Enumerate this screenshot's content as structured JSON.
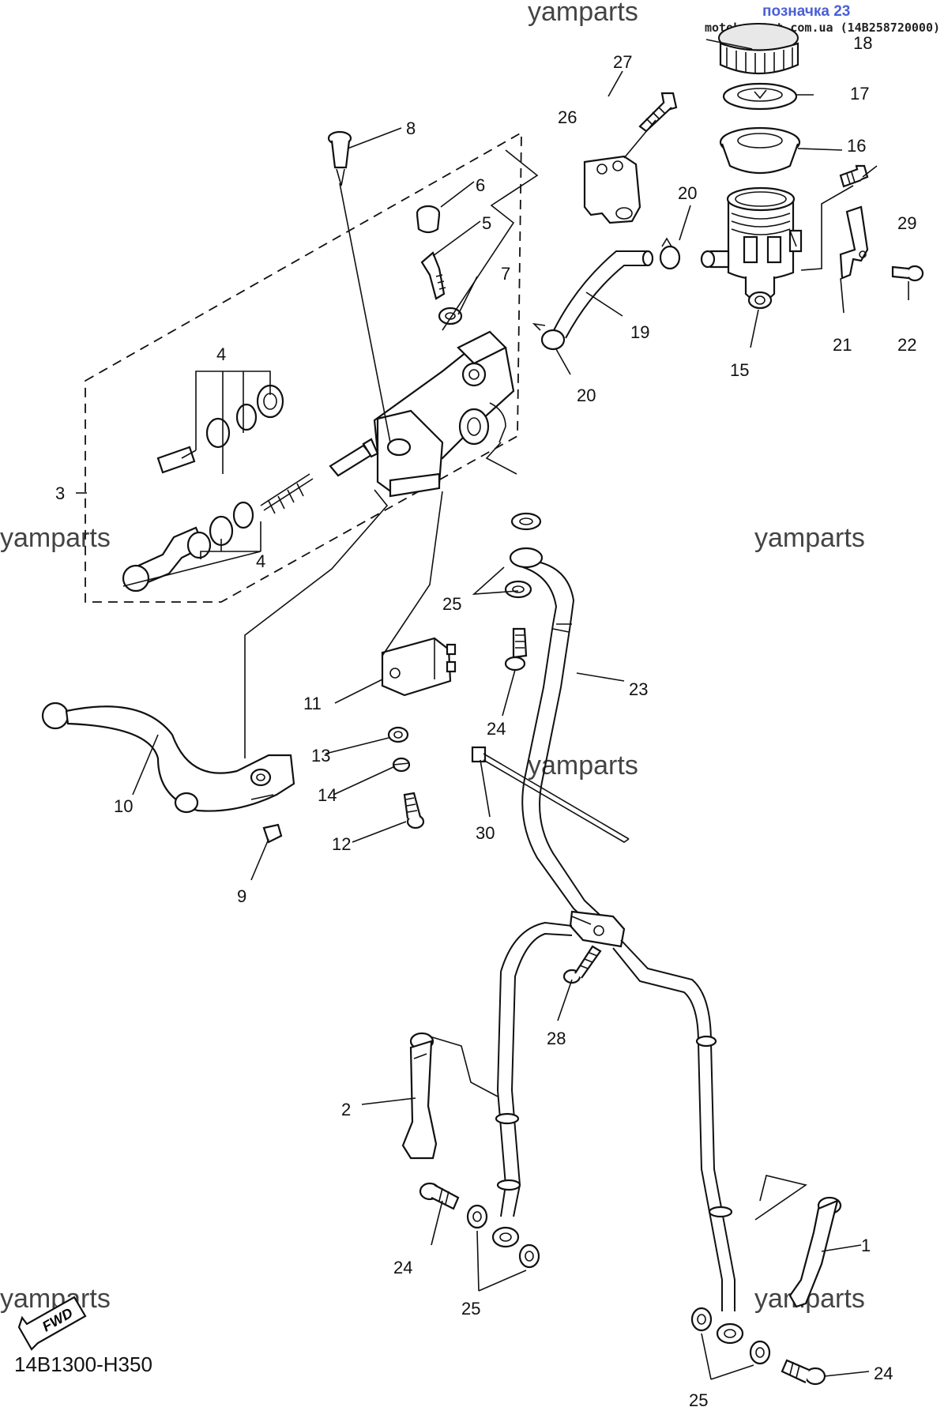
{
  "header": {
    "badge": "позначка 23",
    "site": "motokvartat.com.ua (14B258720000)"
  },
  "watermark": "yamparts",
  "diagram_code": "14B1300-H350",
  "fwd_label": "FWD",
  "callouts": [
    "1",
    "2",
    "3",
    "4",
    "4",
    "5",
    "6",
    "7",
    "8",
    "9",
    "10",
    "11",
    "12",
    "13",
    "14",
    "15",
    "16",
    "17",
    "18",
    "19",
    "20",
    "20",
    "21",
    "22",
    "23",
    "24",
    "24",
    "24",
    "25",
    "25",
    "25",
    "26",
    "27",
    "28",
    "29",
    "30"
  ]
}
